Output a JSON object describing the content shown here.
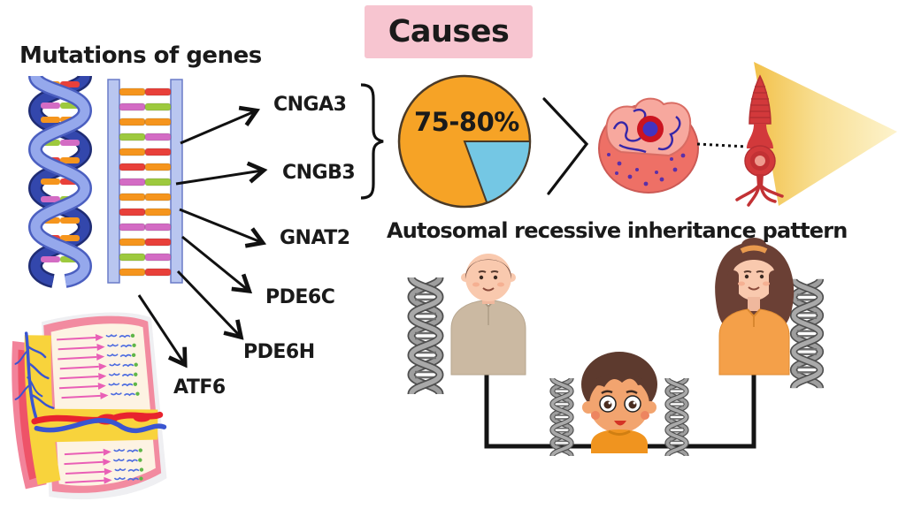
{
  "title": {
    "label": "Causes",
    "bg_color": "#f7c5d0"
  },
  "mutations": {
    "heading": "Mutations of genes",
    "genes": [
      "CNGA3",
      "CNGB3",
      "GNAT2",
      "PDE6C",
      "PDE6H",
      "ATF6"
    ]
  },
  "pie": {
    "label": "75-80%",
    "orange_color": "#f6a326",
    "blue_color": "#74c7e4"
  },
  "inheritance": {
    "heading": "Autosomal recessive inheritance pattern"
  },
  "chart_data": {
    "type": "pie",
    "title": "Causes",
    "slices": [
      {
        "label": "75-80%",
        "value": 77.5,
        "color": "#f6a326"
      },
      {
        "label": "",
        "value": 22.5,
        "color": "#74c7e4"
      }
    ],
    "legend_position": "none"
  }
}
